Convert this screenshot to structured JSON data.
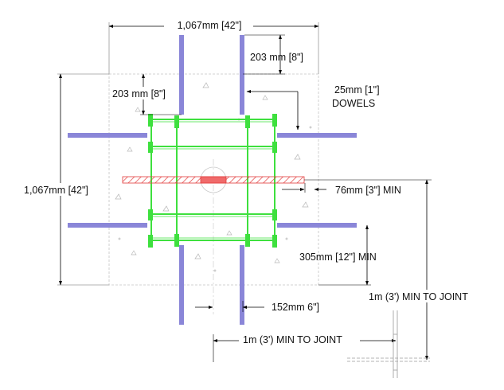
{
  "labels": {
    "top_width": "1,067mm [42\"]",
    "left_height": "1,067mm [42\"]",
    "dowel_spacing_right": "203 mm [8\"]",
    "dowel_spacing_left": "203 mm [8\"]",
    "dowel_size": "25mm [1\"]",
    "dowel_word": "DOWELS",
    "bar_offset": "76mm [3\"] MIN",
    "edge_dist": "305mm [12\"] MIN",
    "dowel_offset": "152mm 6\"]",
    "joint_h": "1m (3')  MIN TO JOINT",
    "joint_v": "1m (3')  MIN TO JOINT"
  },
  "colors": {
    "slab_line": "#9a9a9a",
    "rebar": "#3ee03e",
    "dowel": "#8a86d8",
    "hatch": "#e23b3b",
    "dim_line": "#000000"
  }
}
